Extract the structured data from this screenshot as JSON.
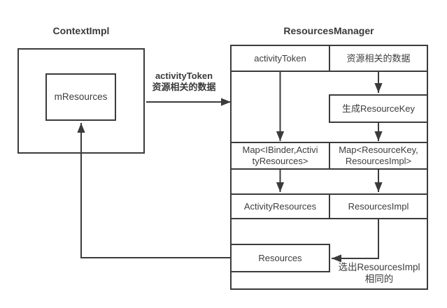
{
  "colors": {
    "line": "#3b3b3b",
    "text": "#3d3d3d",
    "title": "#3a3a3a",
    "background": "#ffffff",
    "box_fill": "#ffffff"
  },
  "context_impl": {
    "title": "ContextImpl",
    "mresources_label": "mResources"
  },
  "transfer_arrow_label": "activityToken\n资源相关的数据",
  "resources_manager": {
    "title": "ResourcesManager",
    "activity_token_cell": "activityToken",
    "resource_data_cell": "资源相关的数据",
    "generate_resource_key": "生成ResourceKey",
    "map_ibinder_activity_resources": "Map<IBinder,Activi\ntyResources>",
    "map_resource_key_resources_impl": "Map<ResourceKey,\nResourcesImpl>",
    "activity_resources": "ActivityResources",
    "resources_impl": "ResourcesImpl",
    "resources": "Resources",
    "select_resources_impl_label": "选出ResourcesImpl\n相同的"
  }
}
